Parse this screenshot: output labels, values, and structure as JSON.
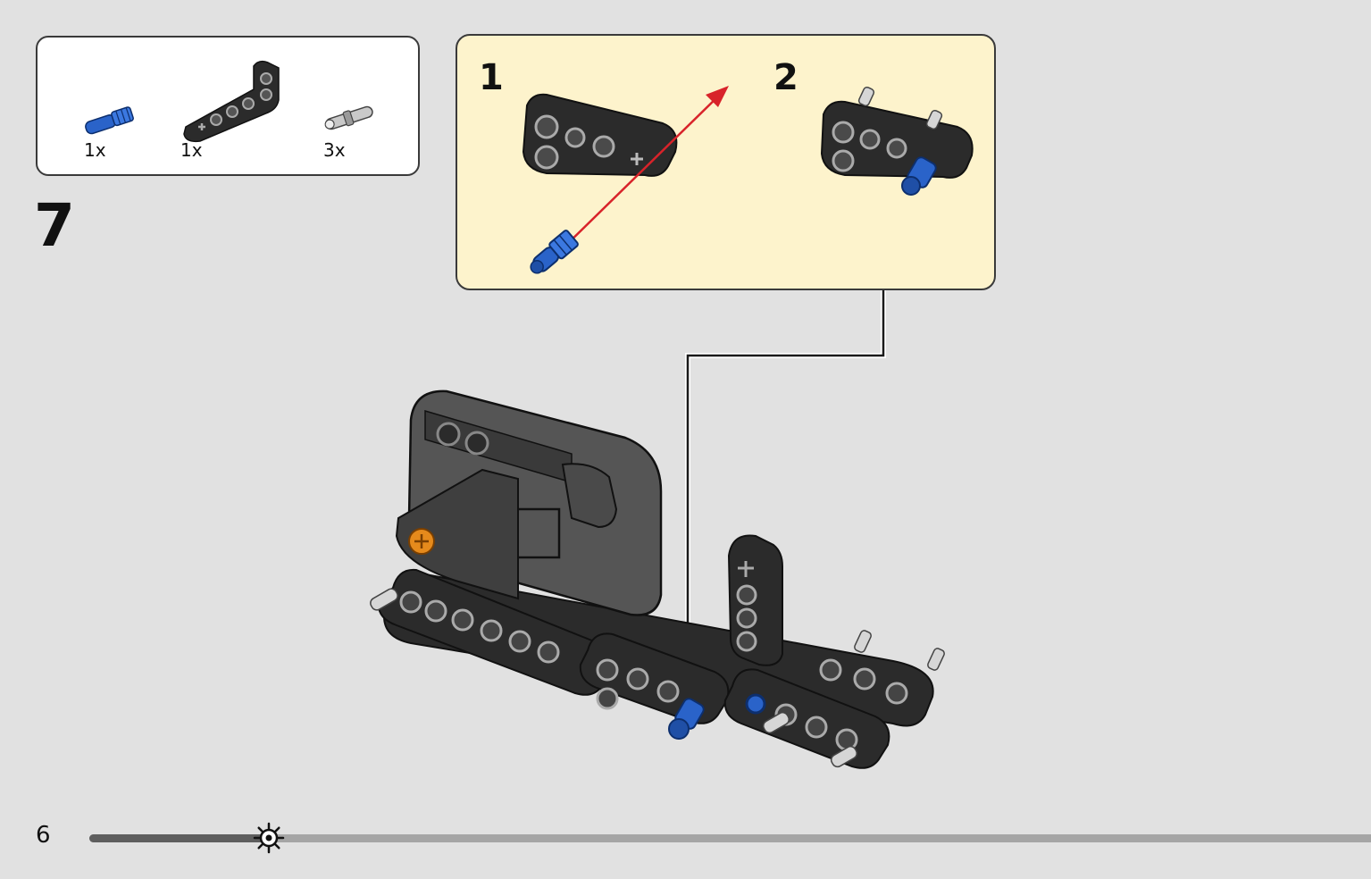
{
  "parts_list": {
    "items": [
      {
        "name": "blue-axle-pin",
        "quantity": "1x",
        "color": "#2a63c9"
      },
      {
        "name": "black-angled-beam",
        "quantity": "1x",
        "color": "#2b2b2b"
      },
      {
        "name": "grey-friction-pin",
        "quantity": "3x",
        "color": "#8a8a8a"
      }
    ]
  },
  "step": {
    "number": "7"
  },
  "subassembly": {
    "background": "#fdf3cc",
    "steps": [
      {
        "number": "1",
        "arrow_color": "#d8232a"
      },
      {
        "number": "2"
      }
    ]
  },
  "page": {
    "number": "6"
  },
  "progress": {
    "fraction": 0.14
  },
  "colors": {
    "page_bg": "#e1e1e1",
    "accent_blue": "#2a63c9",
    "accent_orange": "#e58a1c"
  }
}
